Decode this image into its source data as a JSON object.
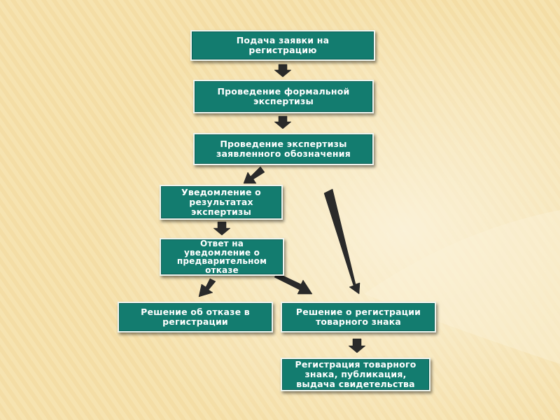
{
  "diagram": {
    "steps": {
      "submit": "Подача заявки на\nрегистрацию",
      "formal": "Проведение формальной\nэкспертизы",
      "examination": "Проведение экспертизы\nзаявленного обозначения",
      "notice": "Уведомление о\nрезультатах\nэкспертизы",
      "reply": "Ответ на\nуведомление о\nпредварительном\nотказе",
      "refusal": "Решение об отказе в\nрегистрации",
      "decision": "Решение о регистрации\nтоварного знака",
      "registration": "Регистрация товарного\nзнака, публикация,\nвыдача свидетельства"
    },
    "colors": {
      "box_fill": "#137c6f",
      "arrow_fill": "#2a2a2a",
      "background": "#f6e3b0"
    }
  }
}
